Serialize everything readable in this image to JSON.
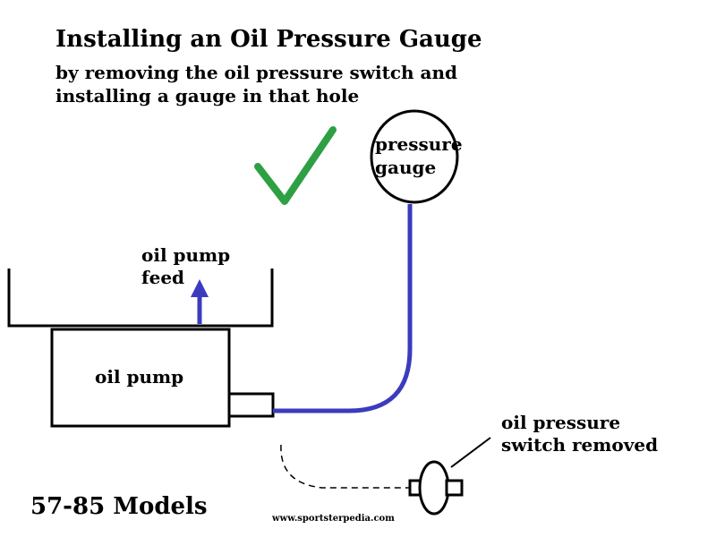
{
  "title": "Installing an Oil Pressure Gauge",
  "subtitle_line1": "by removing the oil pressure switch and",
  "subtitle_line2": "installing a gauge in that hole",
  "labels": {
    "oil_pump_feed_line1": "oil pump",
    "oil_pump_feed_line2": "feed",
    "oil_pump": "oil pump",
    "pressure_gauge_line1": "pressure",
    "pressure_gauge_line2": "gauge",
    "switch_line1": "oil pressure",
    "switch_line2": "switch removed"
  },
  "models": "57-85 Models",
  "website": "www.sportsterpedia.com",
  "colors": {
    "check": "#2ea043",
    "oil_line": "#3b3bbf",
    "outline": "#000000"
  },
  "icons": {
    "approval": "checkmark-icon"
  }
}
